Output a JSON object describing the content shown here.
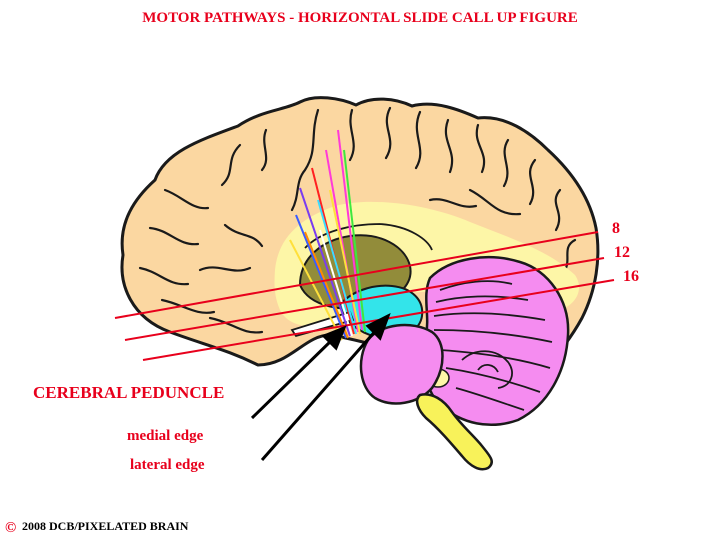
{
  "title": "MOTOR PATHWAYS - HORIZONTAL SLIDE CALL UP FIGURE",
  "slice_levels": [
    {
      "label": "8"
    },
    {
      "label": "12"
    },
    {
      "label": "16"
    }
  ],
  "labels": {
    "cerebral_peduncle": "CEREBRAL PEDUNCLE",
    "medial_edge": "medial edge",
    "lateral_edge": "lateral edge"
  },
  "copyright": {
    "symbol": "©",
    "text": "2008  DCB/PIXELATED BRAIN"
  },
  "colors": {
    "title_red": "#e8001c",
    "cortex": "#fbd7a1",
    "white_matter": "#fdf6a7",
    "thalamus": "#928c3a",
    "midbrain": "#33e4ea",
    "pons": "#f58cf0",
    "cerebellum": "#f58cf0",
    "medulla": "#f8f25a",
    "slice_lines": "#e8001c"
  }
}
